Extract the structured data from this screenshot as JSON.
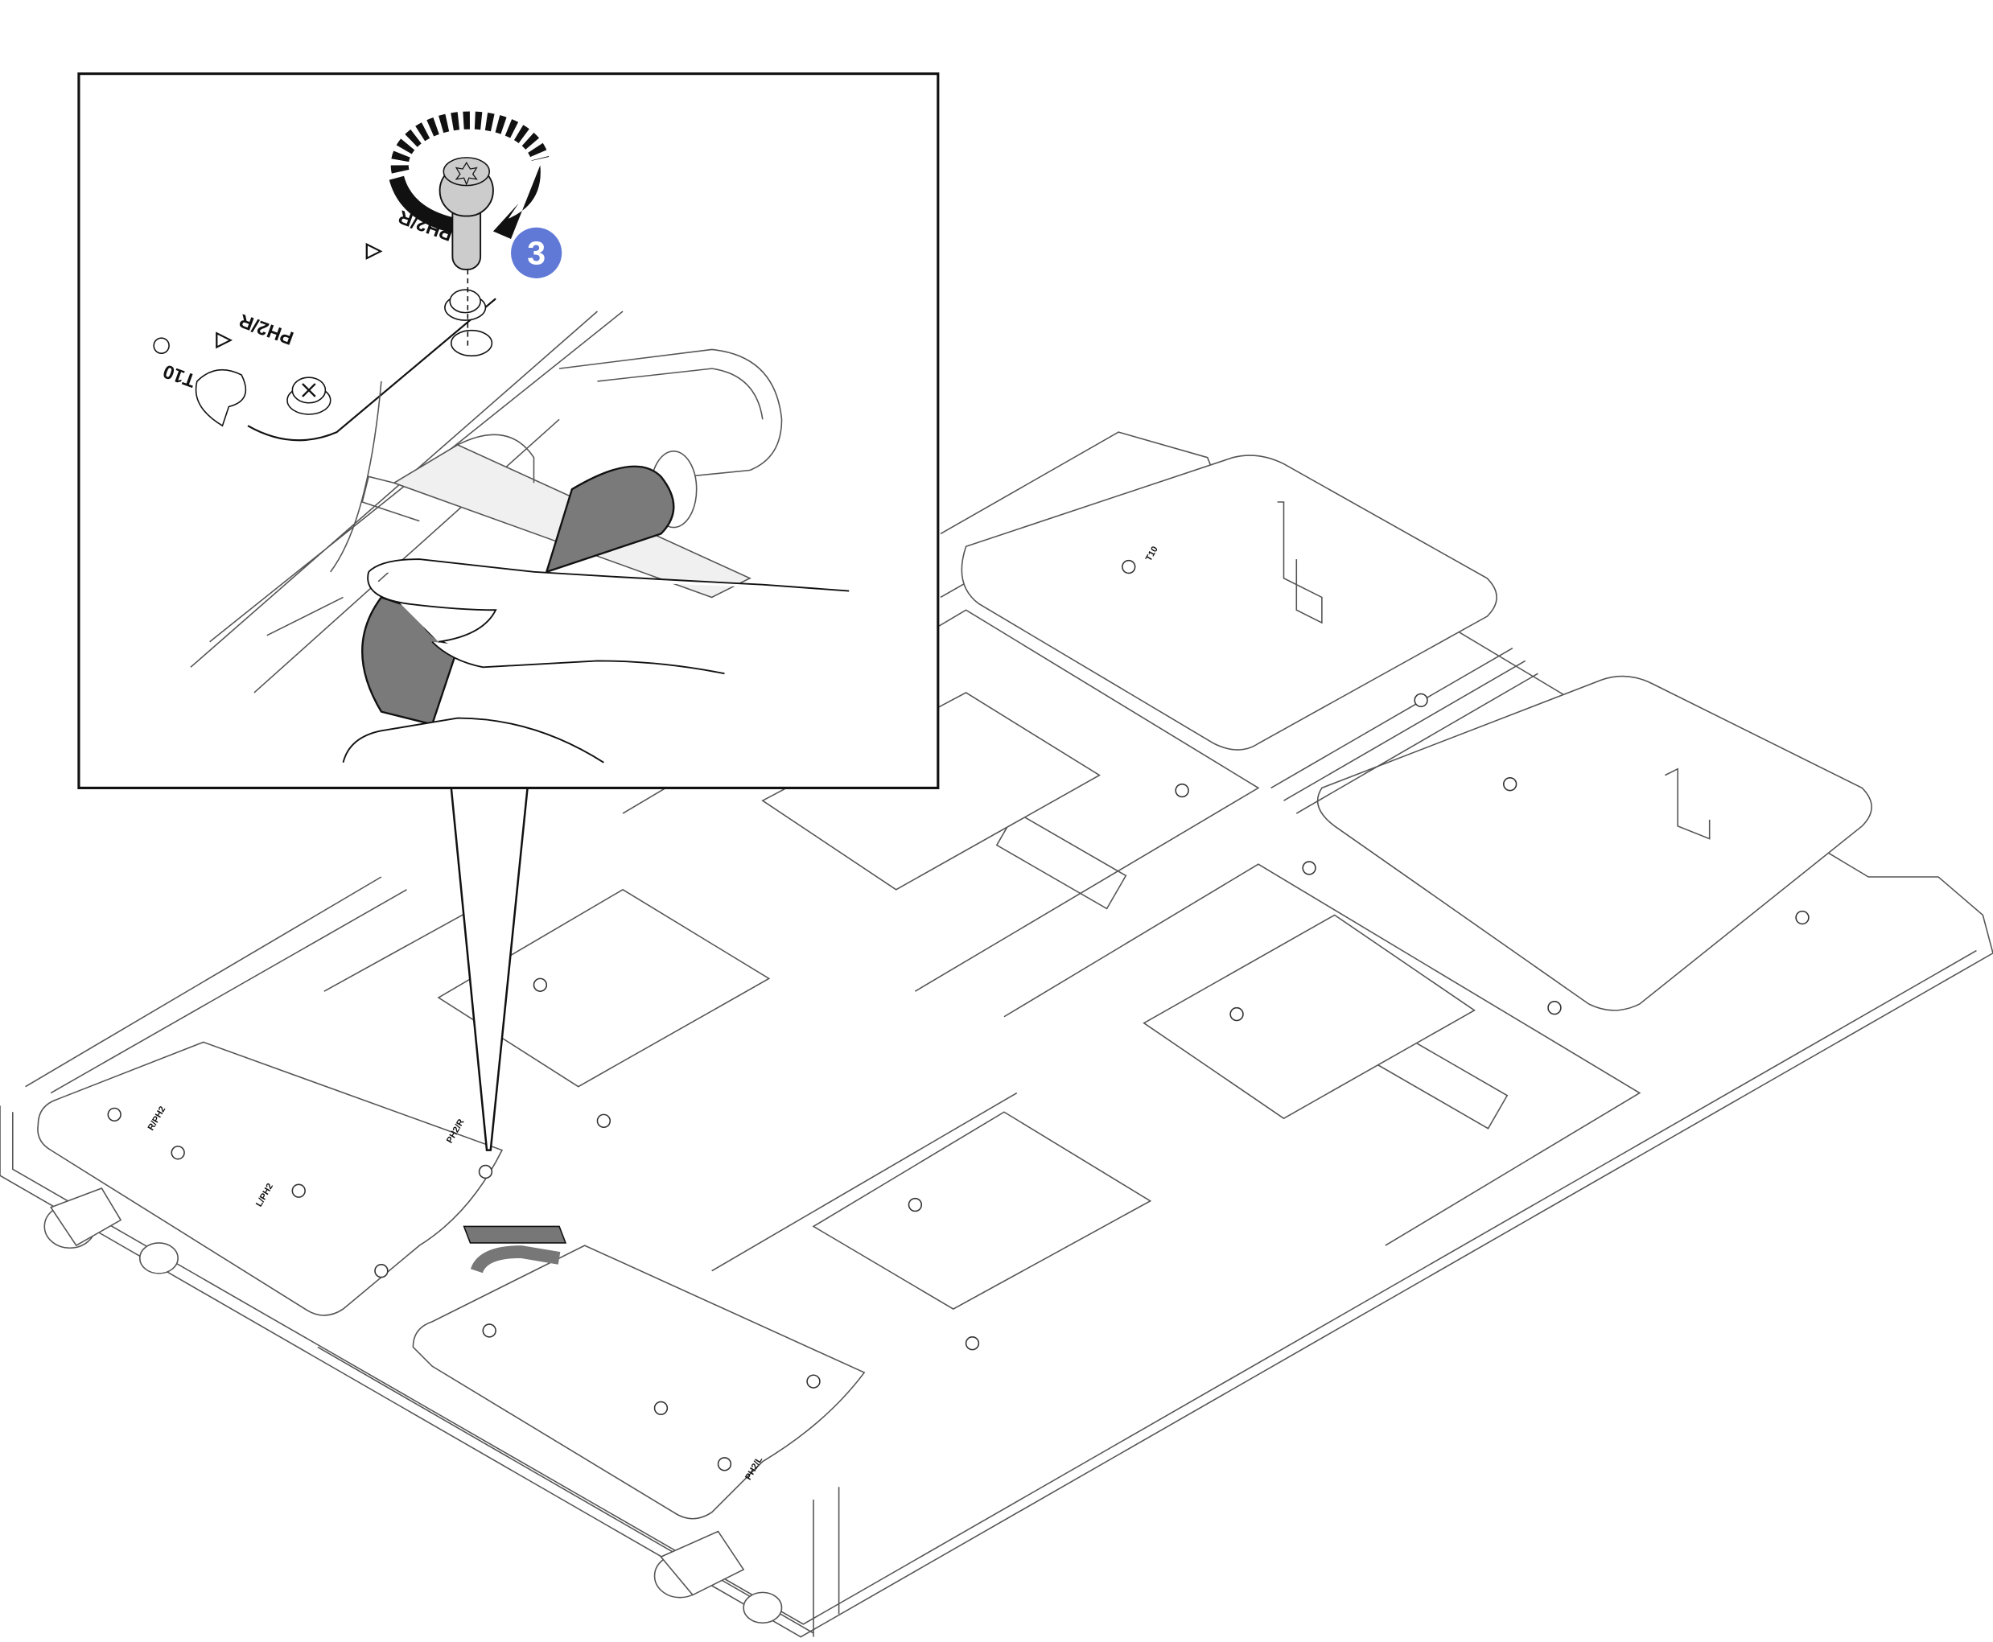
{
  "figure": {
    "step_badge": "3",
    "badge_color": "#6079d6",
    "callout_labels": {
      "screw_label_top": "PH2/R",
      "screw_label_left": "PH2/R",
      "torx_label": "T10"
    },
    "tray_labels": {
      "a": "T10",
      "b": "PH2/R",
      "c": "L/PH2",
      "d": "PH2/L",
      "e": "R/PH2"
    }
  }
}
